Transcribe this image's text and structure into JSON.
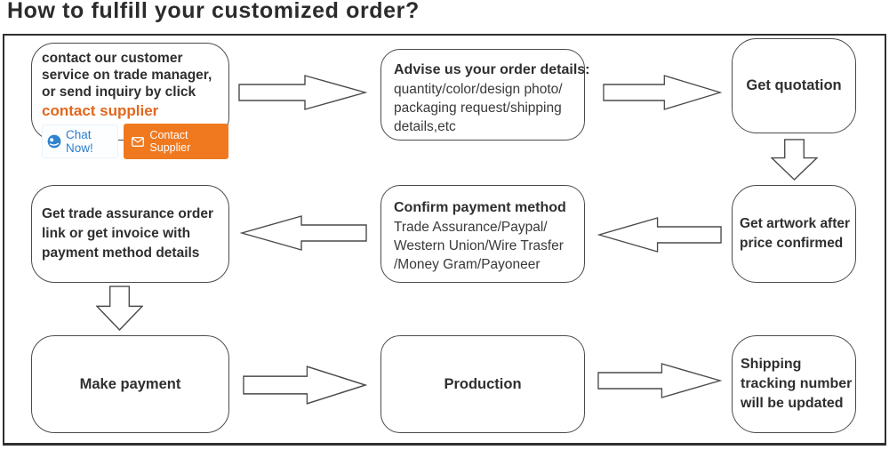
{
  "title": "How to fulfill your customized order?",
  "colors": {
    "orange_text": "#e2671d",
    "orange_button": "#f0791f",
    "blue": "#2a7fd0",
    "line": "#4a4a4a"
  },
  "boxes": {
    "box1": {
      "lines": [
        "contact our customer",
        "service on trade manager,",
        "or send inquiry by click"
      ],
      "highlight": "contact supplier",
      "chat_button": "Chat Now!",
      "contact_button": "Contact Supplier"
    },
    "box2": {
      "title": "Advise us your order details:",
      "lines": [
        "quantity/color/design photo/",
        "packaging request/shipping",
        "details,etc"
      ]
    },
    "box3": {
      "label": "Get quotation"
    },
    "box4": {
      "lines": [
        "Get artwork after",
        "price confirmed"
      ]
    },
    "box5": {
      "title": "Confirm payment method",
      "lines": [
        "Trade Assurance/Paypal/",
        "Western Union/Wire Trasfer",
        "/Money Gram/Payoneer"
      ]
    },
    "box6": {
      "lines": [
        "Get trade assurance order",
        "link or get invoice with",
        "payment method details"
      ]
    },
    "box7": {
      "label": "Make payment"
    },
    "box8": {
      "label": "Production"
    },
    "box9": {
      "lines": [
        "Shipping",
        "tracking number",
        "will be updated"
      ]
    }
  }
}
